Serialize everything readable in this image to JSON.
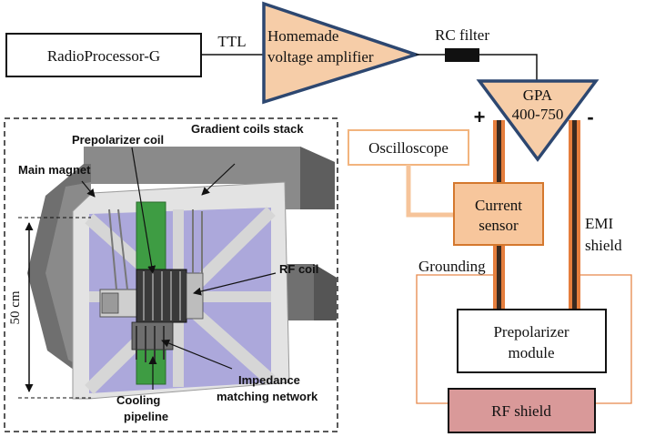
{
  "colors": {
    "amplifier_fill": "#F6CDA8",
    "amplifier_stroke": "#2D4770",
    "cable_orange": "#E57E3D",
    "cable_dark": "#3A2A20",
    "current_sensor_fill": "#F7C69C",
    "current_sensor_stroke": "#D4782E",
    "oscilloscope_stroke": "#F2B47E",
    "ground_wire": "#E6884A",
    "rf_shield_fill": "#D99999",
    "magnet_gray": "#6F6F6F",
    "plate_gray": "#CFCFCF",
    "inner_lavender": "#ACA8DB",
    "green_plate": "#3E9C43"
  },
  "blocks": {
    "radioprocessor": "RadioProcessor-G",
    "ttl": "TTL",
    "amplifier": [
      "Homemade",
      "voltage amplifier"
    ],
    "rc_filter": "RC filter",
    "gpa": [
      "GPA",
      "400-750"
    ],
    "plus": "+",
    "minus": "-",
    "oscilloscope": "Oscilloscope",
    "current_sensor": [
      "Current",
      "sensor"
    ],
    "emi_shield": [
      "EMI",
      "shield"
    ],
    "grounding": "Grounding",
    "prepolarizer_module": [
      "Prepolarizer",
      "module"
    ],
    "rf_shield": "RF shield"
  },
  "figure": {
    "prepolarizer_coil": "Prepolarizer coil",
    "gradient_coils": "Gradient coils stack",
    "main_magnet": "Main magnet",
    "rf_coil": "RF coil",
    "size": "50 cm",
    "impedance": [
      "Impedance",
      "matching network"
    ],
    "cooling": [
      "Cooling",
      "pipeline"
    ]
  }
}
